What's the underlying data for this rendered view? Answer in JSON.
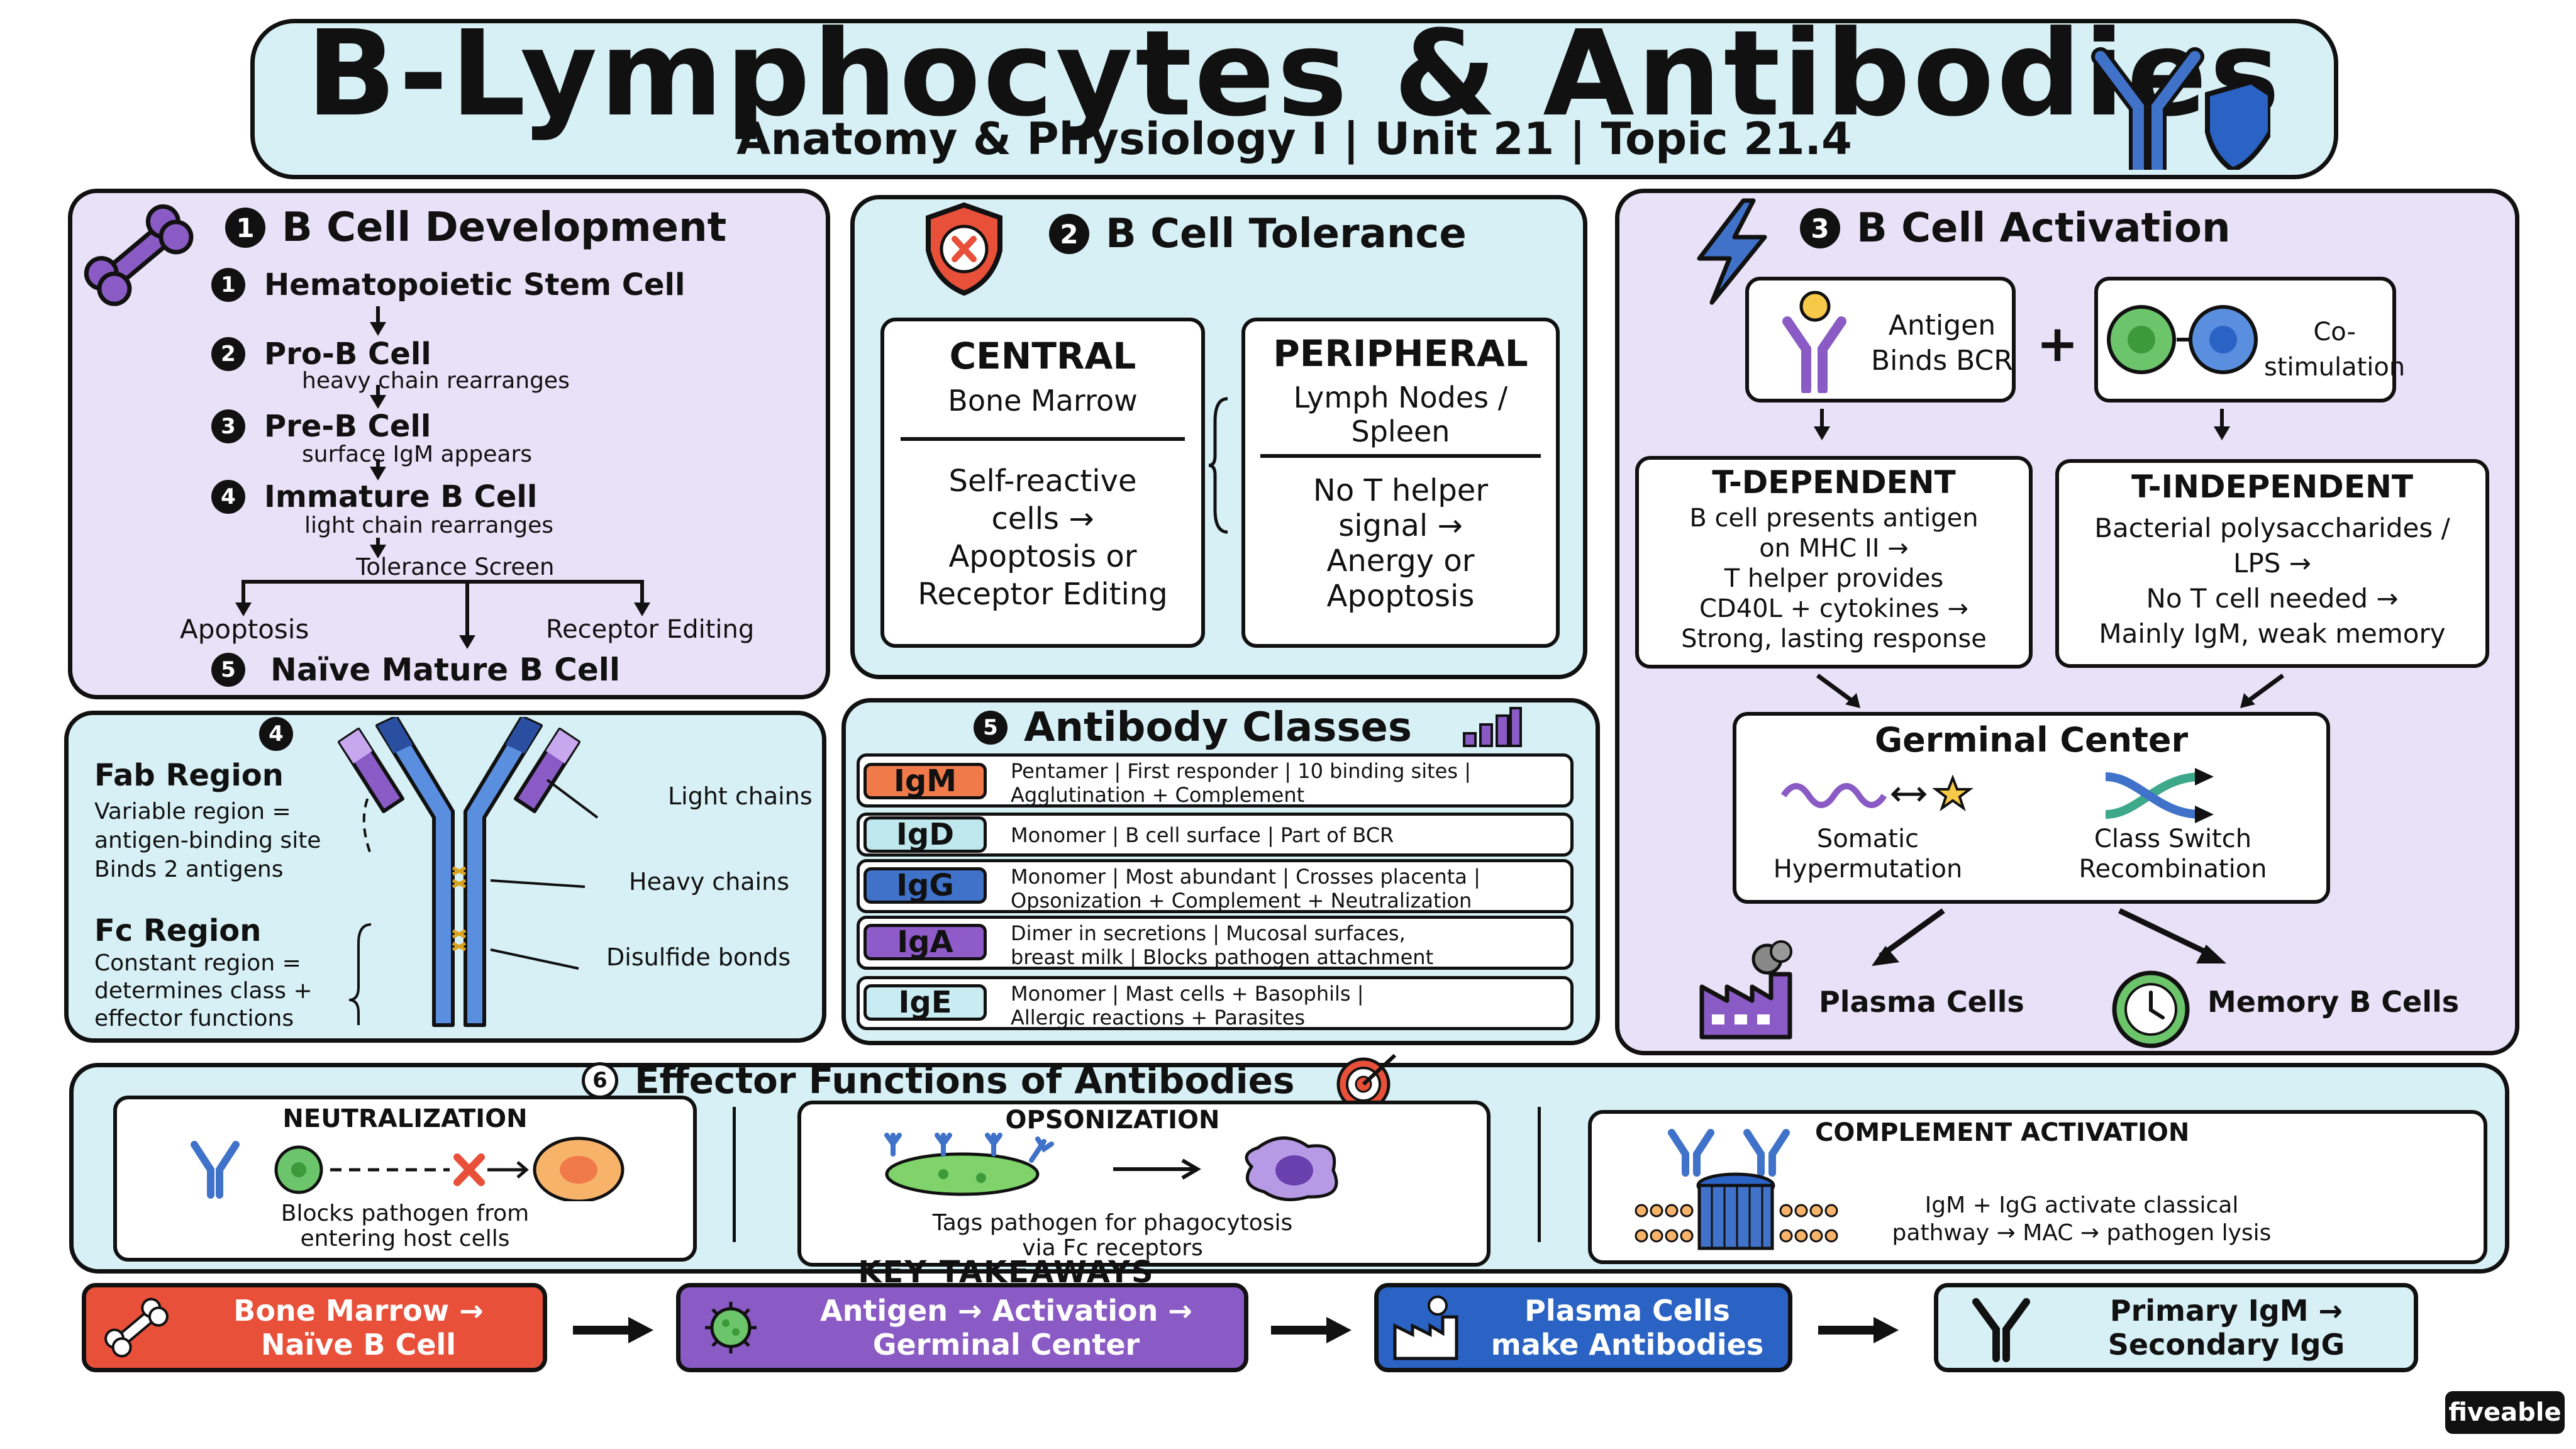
{
  "header": {
    "title": "B-Lymphocytes & Antibodies",
    "subtitle": "Anatomy & Physiology I | Unit 21 | Topic 21.4"
  },
  "development": {
    "number": "1",
    "title": "B Cell Development",
    "steps": [
      {
        "num": "1",
        "name": "Hematopoietic Stem Cell",
        "note": ""
      },
      {
        "num": "2",
        "name": "Pro-B Cell",
        "note": "heavy chain rearranges"
      },
      {
        "num": "3",
        "name": "Pre-B Cell",
        "note": "surface IgM appears"
      },
      {
        "num": "4",
        "name": "Immature B Cell",
        "note": "light chain rearranges"
      }
    ],
    "screen": "Tolerance Screen",
    "branch_left": "Apoptosis",
    "branch_right": "Receptor Editing",
    "final_num": "5",
    "final": "Naïve Mature B Cell"
  },
  "tolerance": {
    "number": "2",
    "title": "B Cell Tolerance",
    "central": {
      "title": "CENTRAL",
      "subtitle": "Bone Marrow",
      "lines": [
        "Self-reactive",
        "cells →",
        "Apoptosis or",
        "Receptor Editing"
      ]
    },
    "peripheral": {
      "title": "PERIPHERAL",
      "subtitle_lines": [
        "Lymph Nodes /",
        "Spleen"
      ],
      "lines": [
        "No T helper",
        "signal →",
        "Anergy or",
        "Apoptosis"
      ]
    }
  },
  "activation": {
    "number": "3",
    "title": "B Cell Activation",
    "antigen_label": [
      "Antigen",
      "Binds BCR"
    ],
    "plus": "+",
    "costim_label": [
      "Co-",
      "stimulation"
    ],
    "t_dependent": {
      "title": "T-DEPENDENT",
      "lines": [
        "B cell presents antigen",
        "on MHC II →",
        "T helper provides",
        "CD40L + cytokines →",
        "Strong, lasting response"
      ]
    },
    "t_independent": {
      "title": "T-INDEPENDENT",
      "lines": [
        "Bacterial polysaccharides /",
        "LPS →",
        "No T cell needed →",
        "Mainly IgM, weak memory"
      ]
    },
    "germinal": {
      "title": "Germinal Center",
      "left": [
        "Somatic",
        "Hypermutation"
      ],
      "right": [
        "Class Switch",
        "Recombination"
      ]
    },
    "plasma": "Plasma Cells",
    "memory": "Memory B Cells"
  },
  "structure": {
    "number": "4",
    "fab_title": "Fab Region",
    "fab_lines": [
      "Variable region =",
      "antigen-binding site",
      "Binds 2 antigens"
    ],
    "fc_title": "Fc Region",
    "fc_lines": [
      "Constant region =",
      "determines class +",
      "effector functions"
    ],
    "light": "Light chains",
    "heavy": "Heavy chains",
    "disulfide": "Disulfide bonds"
  },
  "classes": {
    "number": "5",
    "title": "Antibody Classes",
    "items": [
      {
        "name": "IgM",
        "color": "#f07a4a",
        "lines": [
          "Pentamer | First responder | 10 binding sites |",
          "Agglutination + Complement"
        ]
      },
      {
        "name": "IgD",
        "color": "#bfe7ee",
        "lines": [
          "Monomer | B cell surface | Part of BCR"
        ]
      },
      {
        "name": "IgG",
        "color": "#3f72c8",
        "lines": [
          "Monomer | Most abundant | Crosses placenta |",
          "Opsonization + Complement + Neutralization"
        ]
      },
      {
        "name": "IgA",
        "color": "#8e5bc8",
        "lines": [
          "Dimer in secretions | Mucosal surfaces,",
          "breast milk | Blocks pathogen attachment"
        ]
      },
      {
        "name": "IgE",
        "color": "#c9ecf2",
        "lines": [
          "Monomer | Mast cells + Basophils |",
          "Allergic reactions + Parasites"
        ]
      }
    ]
  },
  "effector": {
    "number": "6",
    "title": "Effector Functions of Antibodies",
    "neutralization": {
      "title": "NEUTRALIZATION",
      "lines": [
        "Blocks pathogen from",
        "entering host cells"
      ]
    },
    "opsonization": {
      "title": "OPSONIZATION",
      "lines": [
        "Tags pathogen for phagocytosis",
        "via Fc receptors"
      ]
    },
    "complement": {
      "title": "COMPLEMENT ACTIVATION",
      "lines": [
        "IgM + IgG activate classical",
        "pathway → MAC → pathogen lysis"
      ]
    }
  },
  "takeaways": {
    "title": "KEY TAKEAWAYS",
    "items": [
      {
        "lines": [
          "Bone Marrow →",
          "Naïve B Cell"
        ],
        "color": "#e8503a"
      },
      {
        "lines": [
          "Antigen → Activation →",
          "Germinal Center"
        ],
        "color": "#8a5bc4"
      },
      {
        "lines": [
          "Plasma Cells",
          "make Antibodies"
        ],
        "color": "#2a63c4"
      },
      {
        "lines": [
          "Primary IgM →",
          "Secondary IgG"
        ],
        "color": "#d7f0f5"
      }
    ]
  },
  "brand": "fiveable",
  "colors": {
    "teal_bg": "#d7f0f5",
    "lavender_bg": "#e9e1f7",
    "purple": "#8a5bc4",
    "blue": "#3f72c8",
    "orange": "#f07a4a",
    "red": "#e8503a"
  }
}
